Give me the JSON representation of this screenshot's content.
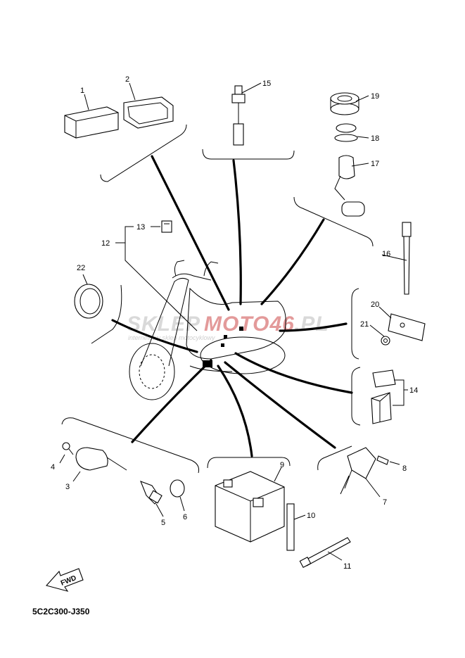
{
  "diagram_code": "5C2C300-J350",
  "direction_label": "FWD",
  "watermark": {
    "text_main": "SKLEP",
    "text_accent": "MOTO46",
    "text_suffix": ".PL",
    "subtitle": "internetowy sklep motocyklowy"
  },
  "callouts": {
    "c1": "1",
    "c2": "2",
    "c3": "3",
    "c4": "4",
    "c5": "5",
    "c6": "6",
    "c7": "7",
    "c8": "8",
    "c9": "9",
    "c10": "10",
    "c11": "11",
    "c12": "12",
    "c13": "13",
    "c14": "14",
    "c15": "15",
    "c16": "16",
    "c17": "17",
    "c18": "18",
    "c19": "19",
    "c20": "20",
    "c21": "21",
    "c22": "22"
  }
}
